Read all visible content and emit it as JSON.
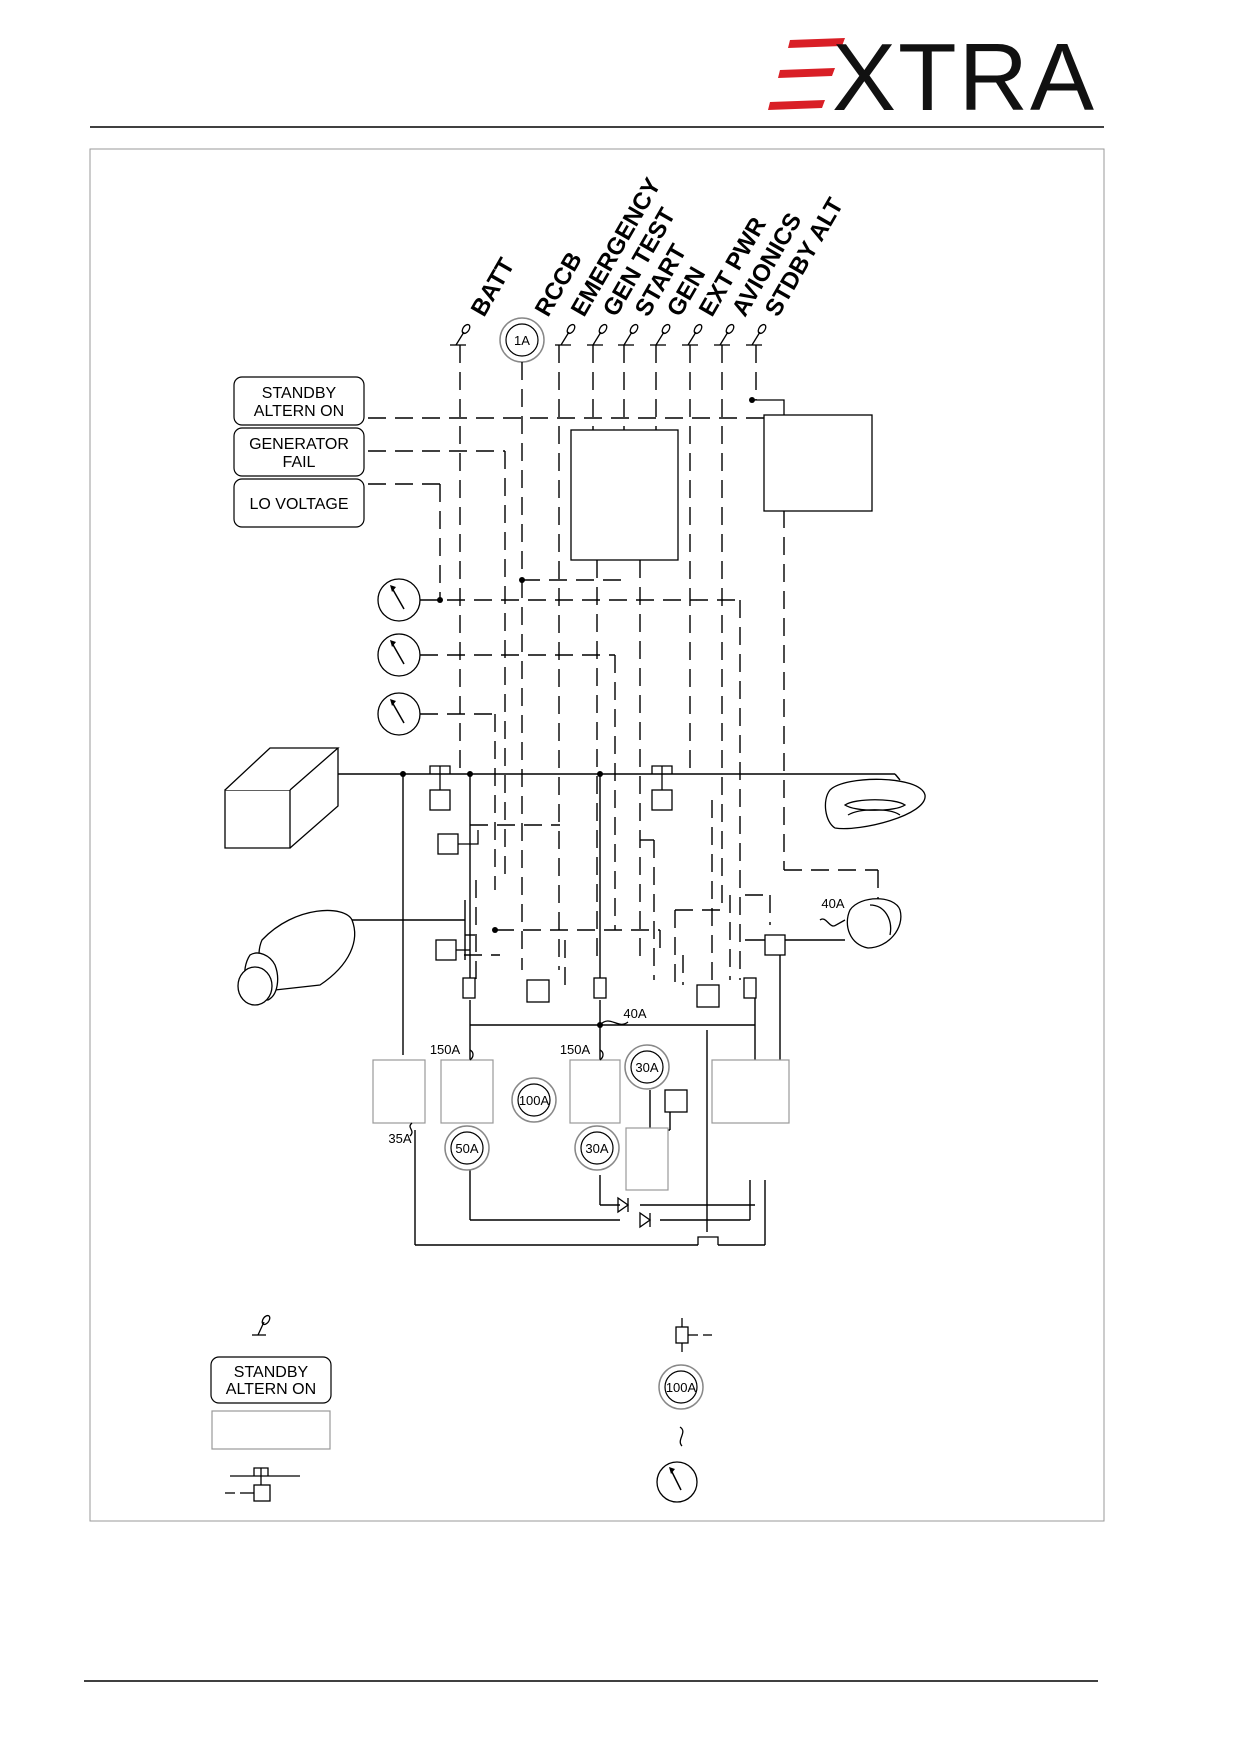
{
  "header": {
    "logo_text": "XTRA",
    "logo_full": "EXTRA",
    "accent_color": "#d91f26"
  },
  "switches": [
    {
      "label": "BATT"
    },
    {
      "label": "RCCB"
    },
    {
      "label": "EMERGENCY"
    },
    {
      "label": "GEN TEST"
    },
    {
      "label": "START"
    },
    {
      "label": "GEN"
    },
    {
      "label": "EXT PWR"
    },
    {
      "label": "AVIONICS"
    },
    {
      "label": "STDBY ALT"
    }
  ],
  "rccb_breaker": "1A",
  "annunciators": [
    {
      "line1": "STANDBY",
      "line2": "ALTERN ON"
    },
    {
      "line1": "GENERATOR",
      "line2": "FAIL"
    },
    {
      "line1": "LO VOLTAGE",
      "line2": ""
    }
  ],
  "ratings": {
    "fuse_40a_standby": "40A",
    "fuse_40a_bus": "40A",
    "fuse_150a_left": "150A",
    "fuse_150a_right": "150A",
    "fuse_35a": "35A",
    "breaker_100a": "100A",
    "breaker_50a": "50A",
    "breaker_30a_lower": "30A",
    "breaker_30a_upper": "30A"
  },
  "legend": {
    "annunciator": {
      "line1": "STANDBY",
      "line2": "ALTERN ON"
    },
    "breaker": "100A"
  }
}
